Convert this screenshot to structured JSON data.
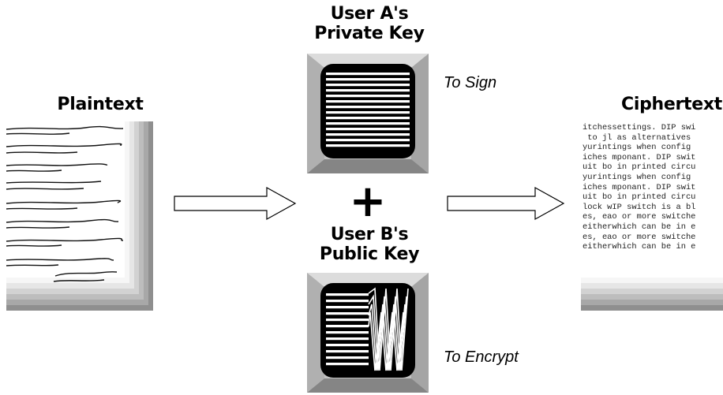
{
  "plaintext_label": "Plaintext",
  "ciphertext_label": "Ciphertext",
  "private_key_label": {
    "line1": "User A's",
    "line2": "Private Key"
  },
  "public_key_label": {
    "line1": "User B's",
    "line2": "Public Key"
  },
  "plus_symbol": "+",
  "to_sign_label": "To Sign",
  "to_encrypt_label": "To Encrypt",
  "ciphertext_lines": [
    "itchessettings. DIP swi",
    " to jl as alternatives",
    "yurintings when config",
    "iches mponant. DIP swit",
    "uit bo in printed circu",
    "yurintings when config",
    "iches mponant. DIP swit",
    "uit bo in printed circu",
    "lock wIP switch is a bl",
    "es, eao or more switche",
    "eitherwhich can be in e",
    "es, eao or more switche",
    "eitherwhich can be in e"
  ]
}
